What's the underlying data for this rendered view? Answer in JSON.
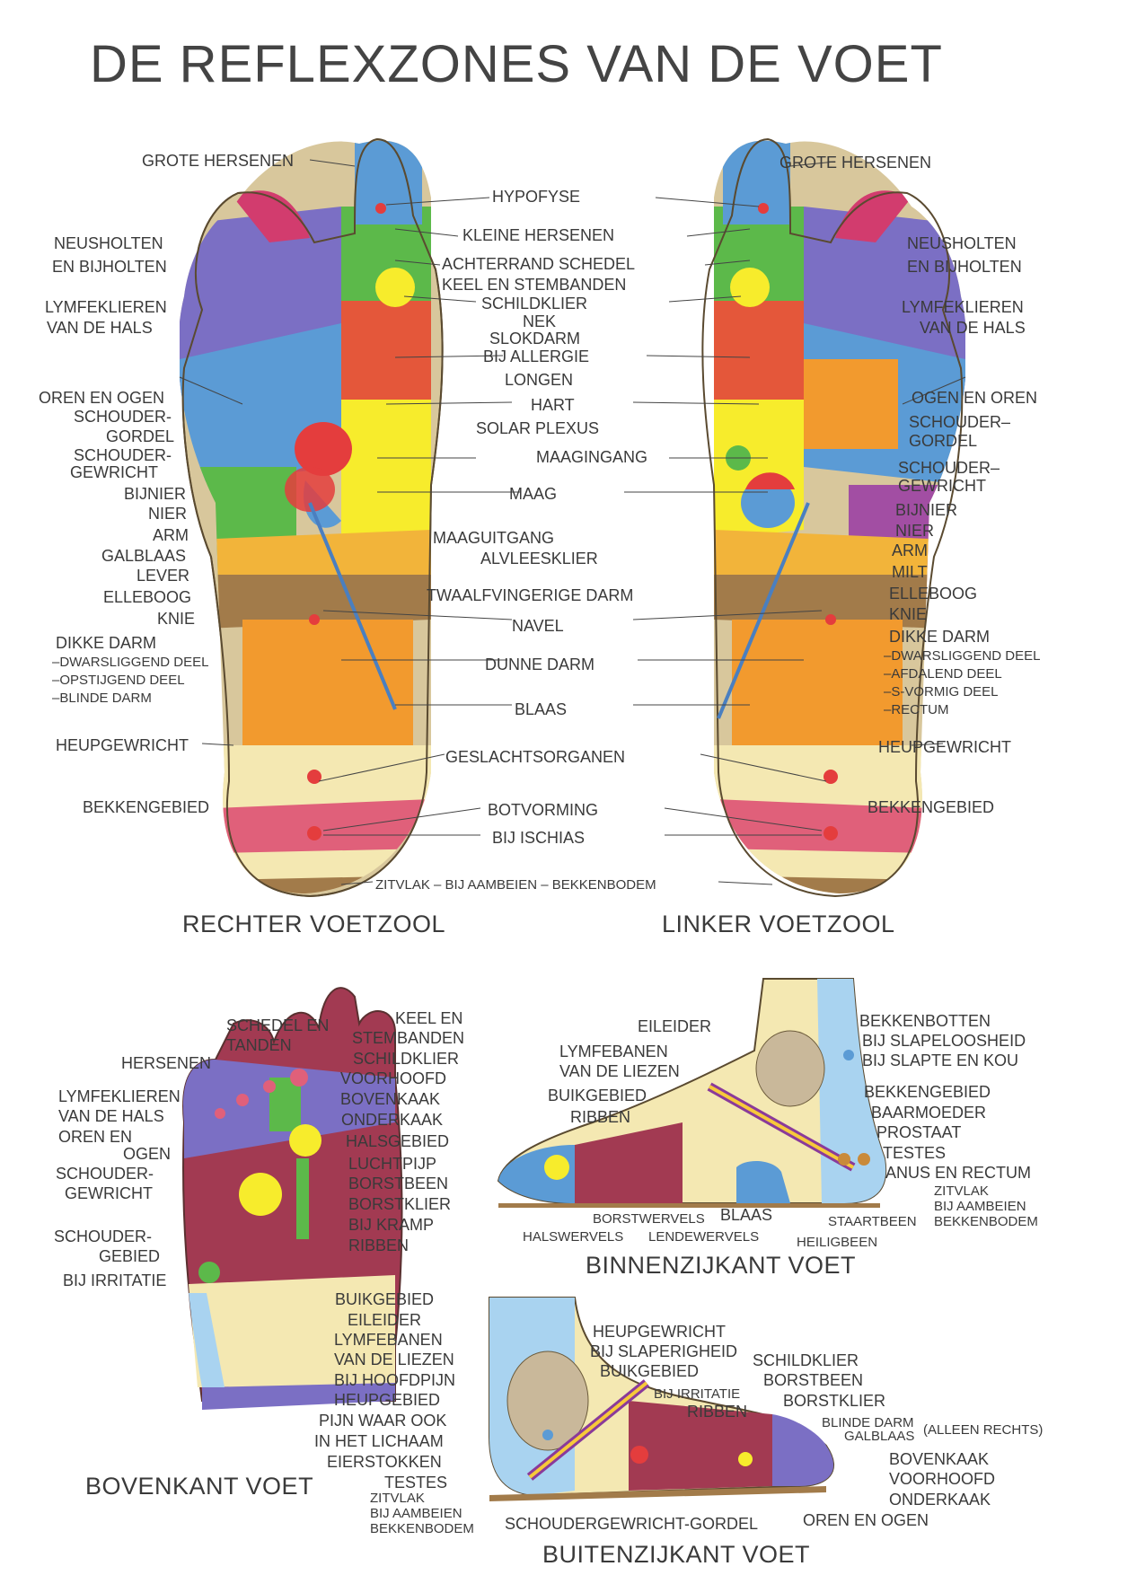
{
  "title": "DE REFLEXZONES VAN DE VOET",
  "sole_captions": {
    "right": "RECHTER VOETZOOL",
    "left": "LINKER VOETZOOL"
  },
  "sole_center_labels": [
    "HYPOFYSE",
    "KLEINE HERSENEN",
    "ACHTERRAND SCHEDEL",
    "KEEL EN STEMBANDEN",
    "SCHILDKLIER",
    "NEK",
    "SLOKDARM",
    "BIJ ALLERGIE",
    "LONGEN",
    "HART",
    "SOLAR PLEXUS",
    "MAAGINGANG",
    "MAAG",
    "MAAGUITGANG",
    "ALVLEESKLIER",
    "TWAALFVINGERIGE DARM",
    "NAVEL",
    "DUNNE DARM",
    "BLAAS",
    "GESLACHTSORGANEN",
    "BOTVORMING",
    "BIJ ISCHIAS"
  ],
  "sole_bottom_line": "ZITVLAK  –  BIJ AAMBEIEN  –  BEKKENBODEM",
  "right_sole_labels": [
    "GROTE HERSENEN",
    "NEUSHOLTEN",
    "EN BIJHOLTEN",
    "LYMFEKLIEREN",
    "VAN DE HALS",
    "OREN EN OGEN",
    "SCHOUDER-",
    "GORDEL",
    "SCHOUDER-",
    "GEWRICHT",
    "BIJNIER",
    "NIER",
    "ARM",
    "GALBLAAS",
    "LEVER",
    "ELLEBOOG",
    "KNIE",
    "DIKKE DARM",
    "–DWARSLIGGEND DEEL",
    "–OPSTIJGEND DEEL",
    "–BLINDE DARM",
    "HEUPGEWRICHT",
    "BEKKENGEBIED"
  ],
  "left_sole_labels": [
    "GROTE HERSENEN",
    "NEUSHOLTEN",
    "EN BIJHOLTEN",
    "LYMFEKLIEREN",
    "VAN DE HALS",
    "OGEN EN OREN",
    "SCHOUDER–",
    "GORDEL",
    "SCHOUDER–",
    "GEWRICHT",
    "BIJNIER",
    "NIER",
    "ARM",
    "MILT",
    "ELLEBOOG",
    "KNIE",
    "DIKKE DARM",
    "–DWARSLIGGEND DEEL",
    "–AFDALEND DEEL",
    "–S-VORMIG DEEL",
    "–RECTUM",
    "HEUPGEWRICHT",
    "BEKKENGEBIED"
  ],
  "top_caption": "BOVENKANT VOET",
  "top_labels_left": [
    "HERSENEN",
    "LYMFEKLIEREN",
    "VAN DE HALS",
    "OREN EN",
    "OGEN",
    "SCHOUDER-",
    "GEWRICHT",
    "SCHOUDER-",
    "GEBIED",
    "BIJ IRRITATIE"
  ],
  "top_labels_upper": [
    "SCHEDEL EN",
    "TANDEN",
    "KEEL EN",
    "STEMBANDEN"
  ],
  "top_labels_right": [
    "SCHILDKLIER",
    "VOORHOOFD",
    "BOVENKAAK",
    "ONDERKAAK",
    "HALSGEBIED",
    "LUCHTPIJP",
    "BORSTBEEN",
    "BORSTKLIER",
    "BIJ KRAMP",
    "RIBBEN"
  ],
  "top_labels_lower": [
    "BUIKGEBIED",
    "EILEIDER",
    "LYMFEBANEN",
    "VAN DE LIEZEN",
    "BIJ HOOFDPIJN",
    "HEUPGEBIED",
    "PIJN WAAR OOK",
    "IN HET LICHAAM",
    "EIERSTOKKEN",
    "TESTES"
  ],
  "top_labels_bottom": [
    "ZITVLAK",
    "BIJ AAMBEIEN",
    "BEKKENBODEM"
  ],
  "inner_caption": "BINNENZIJKANT VOET",
  "inner_labels_left": [
    "EILEIDER",
    "LYMFEBANEN",
    "VAN DE LIEZEN",
    "BUIKGEBIED",
    "RIBBEN"
  ],
  "inner_labels_right": [
    "BEKKENBOTTEN",
    "BIJ SLAPELOOSHEID",
    "BIJ SLAPTE EN KOU",
    "BEKKENGEBIED",
    "BAARMOEDER",
    "PROSTAAT",
    "TESTES",
    "ANUS EN RECTUM"
  ],
  "inner_labels_small": [
    "ZITVLAK",
    "BIJ AAMBEIEN",
    "BEKKENBODEM"
  ],
  "inner_labels_bottom": [
    "BORSTWERVELS",
    "BLAAS",
    "HALSWERVELS",
    "LENDEWERVELS",
    "HEILIGBEEN",
    "STAARTBEEN"
  ],
  "outer_caption": "BUITENZIJKANT VOET",
  "outer_labels": [
    "HEUPGEWRICHT",
    "BIJ SLAPERIGHEID",
    "BUIKGEBIED",
    "BIJ IRRITATIE",
    "RIBBEN",
    "SCHILDKLIER",
    "BORSTBEEN",
    "BORSTKLIER",
    "BLINDE DARM",
    "GALBLAAS",
    "(ALLEEN RECHTS)",
    "BOVENKAAK",
    "VOORHOOFD",
    "ONDERKAAK",
    "OREN EN OGEN",
    "SCHOUDERGEWRICHT-GORDEL"
  ],
  "zone_colors": {
    "blue": "#5b9bd5",
    "lightblue": "#a9d3f0",
    "purple": "#7b6fc4",
    "magenta": "#d23c6e",
    "green": "#5cb94a",
    "yellow": "#f7ec2c",
    "red": "#e43d3d",
    "orange": "#f29a2e",
    "brown": "#a27b4a",
    "tan": "#d8c79c",
    "cream": "#f4e8b2",
    "maroon": "#8c2a3e",
    "pink": "#e0607a"
  }
}
